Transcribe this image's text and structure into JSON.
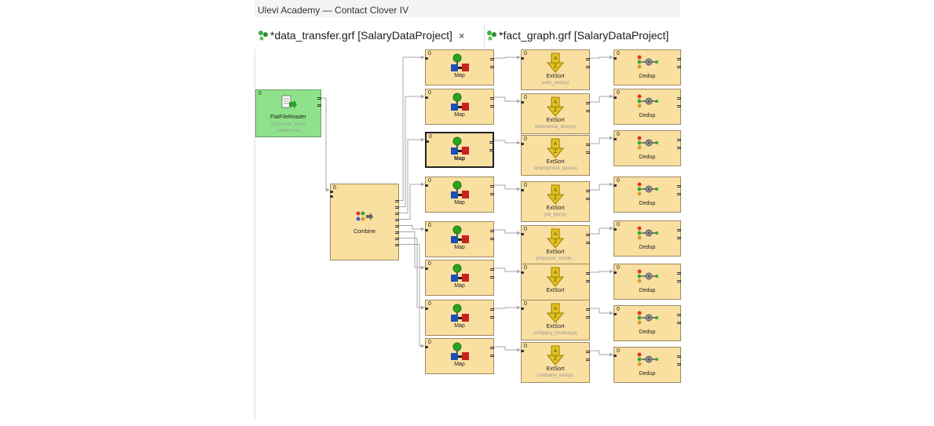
{
  "top_strip": "Ulevi Academy — Contact Clover IV",
  "tabs": [
    {
      "label": "*data_transfer.grf [SalaryDataProject]",
      "close": "×",
      "active": true
    },
    {
      "label": "*fact_graph.grf [SalaryDataProject]",
      "active": false
    }
  ],
  "colors": {
    "node_fill": "#f9dfa0",
    "reader_fill": "#8ee38a",
    "edge": "#a7a7a7"
  },
  "reader": {
    "num": "0",
    "label": "FlatFileReader",
    "sub1": "${DATAIN_DIR}/",
    "sub2": "Dataset.csv"
  },
  "combine": {
    "num": "0",
    "label": "Combine"
  },
  "maps": [
    {
      "num": "0",
      "label": "Map"
    },
    {
      "num": "0",
      "label": "Map"
    },
    {
      "num": "0",
      "label": "Map"
    },
    {
      "num": "0",
      "label": "Map"
    },
    {
      "num": "0",
      "label": "Map"
    },
    {
      "num": "0",
      "label": "Map"
    },
    {
      "num": "0",
      "label": "Map"
    },
    {
      "num": "0",
      "label": "Map"
    }
  ],
  "sorts": [
    {
      "num": "0",
      "label": "ExtSort",
      "sub": "work_year(a)"
    },
    {
      "num": "0",
      "label": "ExtSort",
      "sub": "experience_level(a)"
    },
    {
      "num": "0",
      "label": "ExtSort",
      "sub": "employment_type(a)"
    },
    {
      "num": "0",
      "label": "ExtSort",
      "sub": "job_title(a)"
    },
    {
      "num": "0",
      "label": "ExtSort",
      "sub": "employee_reside..."
    },
    {
      "num": "0",
      "label": "ExtSort",
      "sub": ""
    },
    {
      "num": "0",
      "label": "ExtSort",
      "sub": "company_location(a)"
    },
    {
      "num": "0",
      "label": "ExtSort",
      "sub": "company_size(a)"
    }
  ],
  "dedups": [
    {
      "num": "0",
      "label": "Dedup"
    },
    {
      "num": "0",
      "label": "Dedup"
    },
    {
      "num": "0",
      "label": "Dedup"
    },
    {
      "num": "0",
      "label": "Dedup"
    },
    {
      "num": "0",
      "label": "Dedup"
    },
    {
      "num": "0",
      "label": "Dedup"
    },
    {
      "num": "0",
      "label": "Dedup"
    },
    {
      "num": "0",
      "label": "Dedup"
    }
  ]
}
